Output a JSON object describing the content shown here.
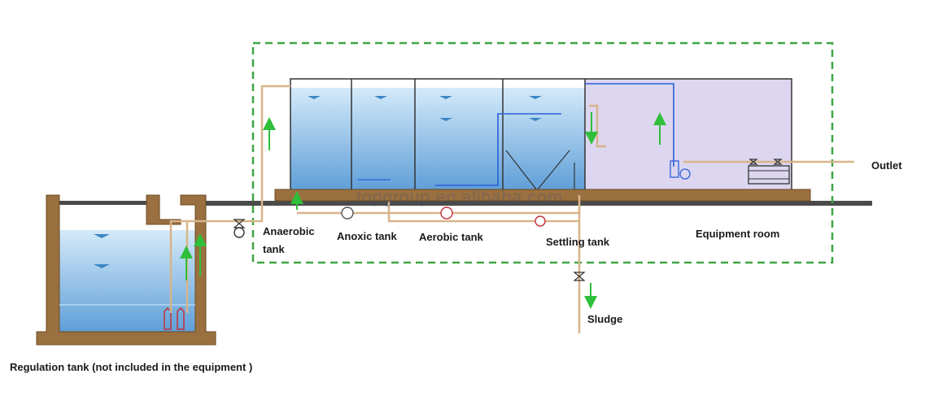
{
  "labels": {
    "anaerobic_line1": "Anaerobic",
    "anaerobic_line2": "tank",
    "anoxic": "Anoxic tank",
    "aerobic": "Aerobic tank",
    "settling": "Settling tank",
    "equipment_room": "Equipment room",
    "outlet": "Outlet",
    "sludge": "Sludge",
    "regulation": "Regulation tank (not included in the equipment )"
  },
  "watermark": "topgroup.en.alibaba.com",
  "colors": {
    "water_top": "#cfe6f8",
    "water_bottom": "#6aa8dc",
    "room_fill": "#ddd6f0",
    "concrete": "#9a7040",
    "pipe": "#d8b48a",
    "dashed_frame": "#3fa545",
    "flow_arrow": "#2fbf3a",
    "ground": "#4a4a4a"
  }
}
